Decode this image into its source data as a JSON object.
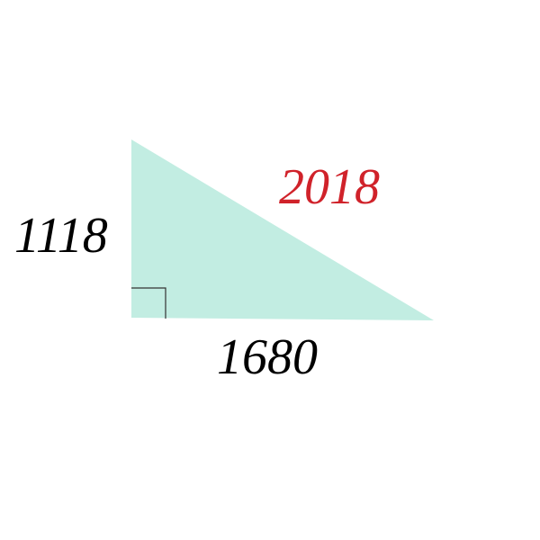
{
  "triangle": {
    "fill_color": "#c2ede2",
    "right_angle_marker_color": "#333333",
    "side_vertical": "1118",
    "side_horizontal": "1680",
    "side_hypotenuse": "2018",
    "side_vertical_color": "#000000",
    "side_horizontal_color": "#000000",
    "side_hypotenuse_color": "#d0222a"
  }
}
